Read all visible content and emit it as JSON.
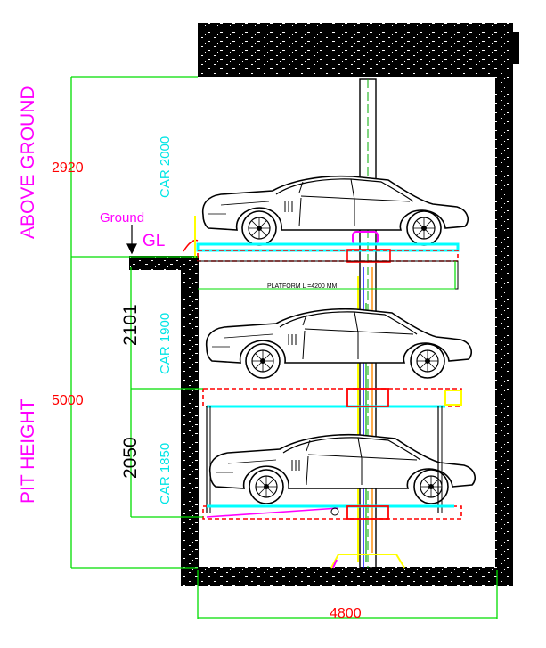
{
  "labels": {
    "above_ground": "ABOVE GROUND",
    "pit_height": "PIT HEIGHT",
    "ground": "Ground",
    "gl": "GL",
    "platform": "PLATFORM L =4200 MM"
  },
  "dimensions": {
    "above_ground_height": "2920",
    "pit_height": "5000",
    "upper_pit_level": "2101",
    "lower_pit_level": "2050",
    "pit_width": "4800"
  },
  "car_heights": {
    "top": "CAR 2000",
    "middle": "CAR 1900",
    "bottom": "CAR 1850"
  },
  "colors": {
    "dimension_red": "#ff0000",
    "label_magenta": "#ff00ff",
    "car_label_cyan": "#00e5e5",
    "dimension_line_green": "#00dd00",
    "platform_cyan": "#00ffff",
    "platform_red": "#ff0000",
    "wall_black": "#000000"
  },
  "icons": [
    "car-icon",
    "wall-hatch",
    "lift-column"
  ]
}
